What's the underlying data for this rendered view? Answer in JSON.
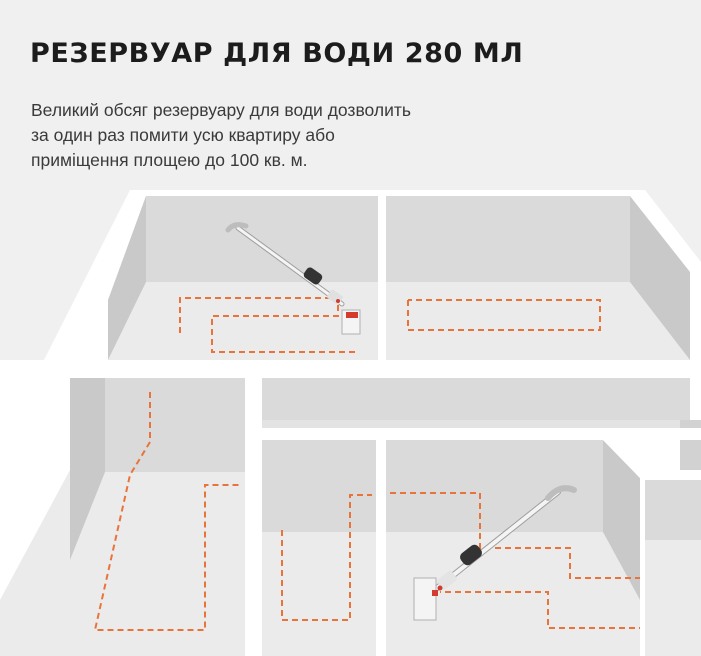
{
  "heading": "РЕЗЕРВУАР ДЛЯ ВОДИ 280 МЛ",
  "description_lines": [
    "Великий обсяг резервуару для води дозволить",
    "за один раз помити усю квартиру або",
    "приміщення площею до 100 кв. м."
  ],
  "colors": {
    "background": "#f0f0f0",
    "wall_top": "#ffffff",
    "wall_face": "#d9d9d9",
    "floor": "#ebebeb",
    "cleaning_path": "#e8743b"
  },
  "icons": [
    "spray-mop-icon",
    "spray-mop-icon"
  ]
}
